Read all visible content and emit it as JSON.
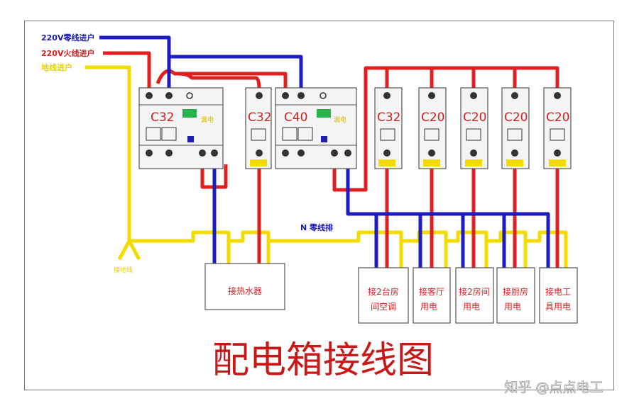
{
  "title": "配电箱接线图",
  "watermark": "知乎 @点点电工",
  "inputs": {
    "neutral": "220V零线进户",
    "live": "220V火线进户",
    "ground": "地线进户"
  },
  "neutral_bar_label": "N 零线排",
  "ground_label": "接地线",
  "breakers": {
    "b1": "C32",
    "b2": "C32",
    "b3": "C40",
    "b4": "C32",
    "b5": "C20",
    "b6": "C20",
    "b7": "C20",
    "b8": "C20"
  },
  "rcd_badges": {
    "b1": "漏电",
    "b3": "漏电"
  },
  "loads": {
    "heater": "接热水器",
    "l1_a": "接2台房",
    "l1_b": "间空调",
    "l2_a": "接客厅",
    "l2_b": "用电",
    "l3_a": "接2房间",
    "l3_b": "用电",
    "l4_a": "接厨房",
    "l4_b": "用电",
    "l5_a": "接电工",
    "l5_b": "具用电"
  },
  "colors": {
    "live": "#d42020",
    "neutral": "#1a1ab0",
    "ground": "#e6d000",
    "title": "#c81818"
  }
}
